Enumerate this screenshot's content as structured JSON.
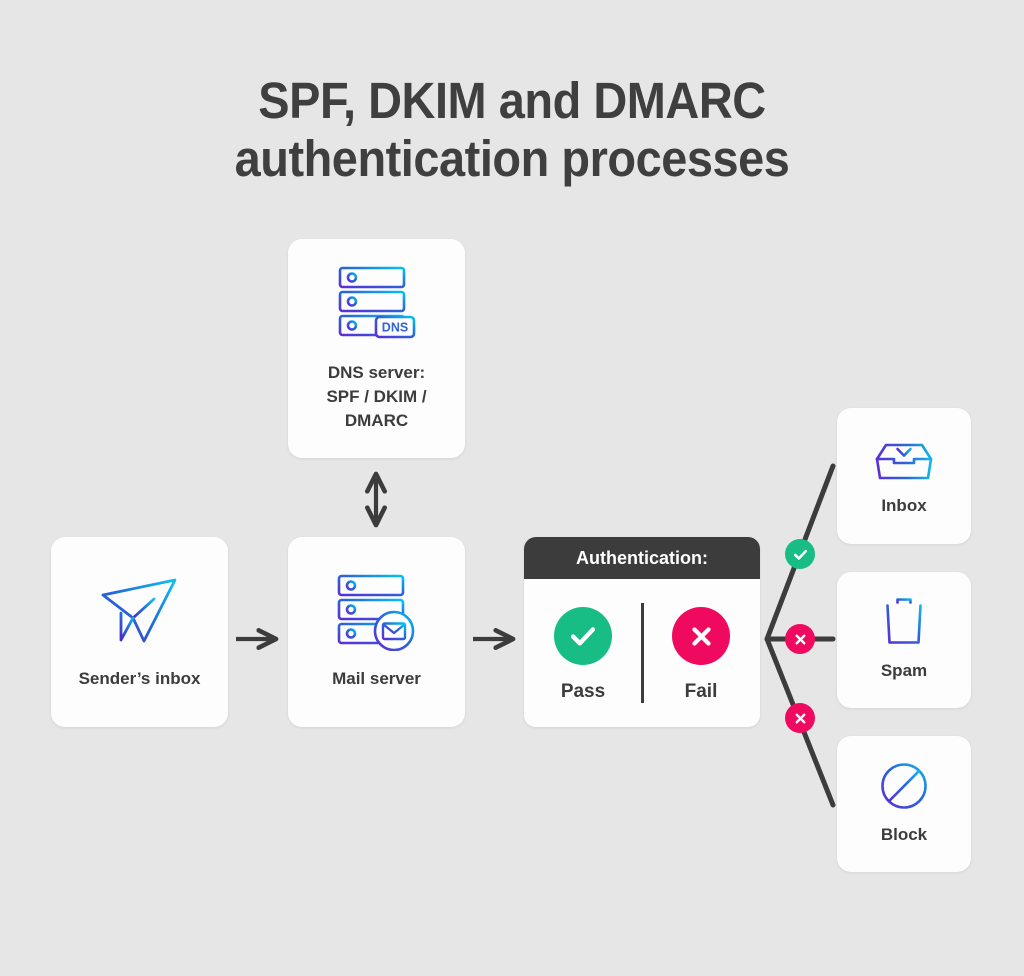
{
  "title": "SPF, DKIM and DMARC\nauthentication processes",
  "background_color": "#e6e6e6",
  "colors": {
    "text_dark": "#3c3c3c",
    "card_bg": "#fdfdfd",
    "pass_green": "#18bd85",
    "fail_pink": "#f00a5f",
    "gradient_start": "#00b7f0",
    "gradient_end": "#5b2fd6",
    "connector": "#3c3c3c"
  },
  "nodes": {
    "dns": {
      "label": "DNS server:\nSPF / DKIM /\nDMARC",
      "icon": "dns-server-icon",
      "badge_text": "DNS"
    },
    "sender": {
      "label": "Sender’s inbox",
      "icon": "paper-plane-icon"
    },
    "mail": {
      "label": "Mail server",
      "icon": "mail-server-icon"
    },
    "inbox": {
      "label": "Inbox",
      "icon": "inbox-tray-icon"
    },
    "spam": {
      "label": "Spam",
      "icon": "trash-can-icon"
    },
    "block": {
      "label": "Block",
      "icon": "block-circle-slash-icon"
    }
  },
  "auth_panel": {
    "header": "Authentication:",
    "pass": {
      "label": "Pass",
      "icon": "check-icon",
      "color": "#18bd85"
    },
    "fail": {
      "label": "Fail",
      "icon": "cross-icon",
      "color": "#f00a5f"
    }
  },
  "connectors": {
    "sender_to_mail": "arrow-right-icon",
    "mail_to_auth": "arrow-right-icon",
    "dns_to_mail": "arrow-up-down-icon",
    "branch_inbox": {
      "result": "pass",
      "icon": "check-icon",
      "color": "#18bd85"
    },
    "branch_spam": {
      "result": "fail",
      "icon": "cross-icon",
      "color": "#f00a5f"
    },
    "branch_block": {
      "result": "fail",
      "icon": "cross-icon",
      "color": "#f00a5f"
    }
  }
}
